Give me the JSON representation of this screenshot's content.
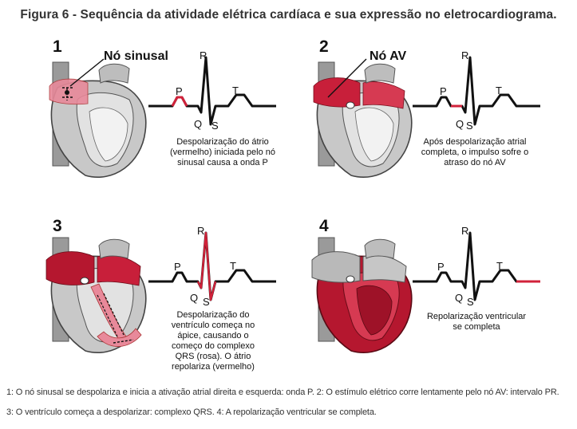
{
  "title": "Figura 6 - Sequência da atividade elétrica cardíaca e sua expressão no eletrocardiograma.",
  "panels": [
    {
      "number": "1",
      "node_label": "Nó sinusal",
      "labels": {
        "P": "P",
        "Q": "Q",
        "R": "R",
        "S": "S",
        "T": "T"
      },
      "caption_lines": [
        "Despolarização do átrio",
        "(vermelho) iniciada pelo nó",
        "sinusal causa a onda P"
      ]
    },
    {
      "number": "2",
      "node_label": "Nó AV",
      "labels": {
        "P": "P",
        "Q": "Q",
        "R": "R",
        "S": "S",
        "T": "T"
      },
      "caption_lines": [
        "Após despolarização atrial",
        "completa, o impulso sofre o",
        "atraso do nó AV"
      ]
    },
    {
      "number": "3",
      "node_label": "",
      "labels": {
        "P": "P",
        "Q": "Q",
        "R": "R",
        "S": "S",
        "T": "T"
      },
      "caption_lines": [
        "Despolarização do",
        "ventrículo começa no",
        "ápice, causando o",
        "começo do complexo",
        "QRS (rosa). O átrio",
        "repolariza (vermelho)"
      ]
    },
    {
      "number": "4",
      "node_label": "",
      "labels": {
        "P": "P",
        "Q": "Q",
        "R": "R",
        "S": "S",
        "T": "T"
      },
      "caption_lines": [
        "Repolarização ventricular",
        "se completa"
      ]
    }
  ],
  "footnotes": [
    "1: O nó sinusal se despolariza e inicia a ativação atrial direita e esquerda: onda P. 2: O estímulo elétrico corre lentamente pelo nó AV: intervalo PR.",
    "3: O ventrículo começa a despolarizar: complexo QRS. 4: A repolarização ventricular se completa."
  ],
  "colors": {
    "highlight": "#d1223a",
    "atrium_pink": "#e8899a",
    "heart_red": "#b5172f",
    "heart_gray": "#a9a9a9",
    "ecg_line": "#111111"
  }
}
